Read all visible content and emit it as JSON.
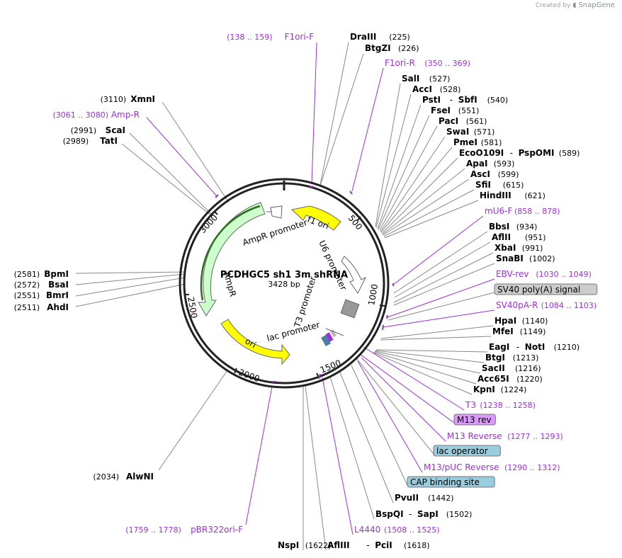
{
  "credit": {
    "prefix": "Created by",
    "brand": "SnapGene"
  },
  "plasmid": {
    "name": "PCDHGC5 sh1 3m shRNA",
    "length": "3428 bp"
  },
  "colors": {
    "backbone": "#222222",
    "enzyme_line": "#888888",
    "primer": "#9b30d9",
    "ori": "#ffff00",
    "ampr": "#ccffcc",
    "promoter": "#ffffff",
    "terminator": "#999999",
    "feature_box_grey": "#cccccc",
    "feature_box_purple": "#dd99ff",
    "feature_box_blue": "#99ccdd"
  },
  "ruler": [
    "500",
    "1000",
    "1500",
    "2000",
    "2500",
    "3000"
  ],
  "features": [
    {
      "label": "f1 ori",
      "type": "ori"
    },
    {
      "label": "U6 promoter",
      "type": "promoter"
    },
    {
      "label": "AmpR promoter",
      "type": "promoter"
    },
    {
      "label": "AmpR",
      "type": "cds"
    },
    {
      "label": "ori",
      "type": "ori"
    },
    {
      "label": "lac promoter",
      "type": "promoter"
    },
    {
      "label": "T3 promoter",
      "type": "promoter"
    }
  ],
  "right_labels": [
    {
      "name": "DraIII",
      "pos": "(225)",
      "kind": "enzyme"
    },
    {
      "name": "BtgZI",
      "pos": "(226)",
      "kind": "enzyme"
    },
    {
      "name": "F1ori-R",
      "pos": "(350 .. 369)",
      "kind": "primer"
    },
    {
      "name": "SalI",
      "pos": "(527)",
      "kind": "enzyme"
    },
    {
      "name": "AccI",
      "pos": "(528)",
      "kind": "enzyme"
    },
    {
      "name": "PstI",
      "name2": "SbfI",
      "pos": "(540)",
      "kind": "enzyme"
    },
    {
      "name": "FseI",
      "pos": "(551)",
      "kind": "enzyme"
    },
    {
      "name": "PacI",
      "pos": "(561)",
      "kind": "enzyme"
    },
    {
      "name": "SwaI",
      "pos": "(571)",
      "kind": "enzyme"
    },
    {
      "name": "PmeI",
      "pos": "(581)",
      "kind": "enzyme"
    },
    {
      "name": "EcoO109I",
      "name2": "PspOMI",
      "pos": "(589)",
      "kind": "enzyme"
    },
    {
      "name": "ApaI",
      "pos": "(593)",
      "kind": "enzyme"
    },
    {
      "name": "AscI",
      "pos": "(599)",
      "kind": "enzyme"
    },
    {
      "name": "SfiI",
      "pos": "(615)",
      "kind": "enzyme"
    },
    {
      "name": "HindIII",
      "pos": "(621)",
      "kind": "enzyme"
    },
    {
      "name": "mU6-F",
      "pos": "(858 .. 878)",
      "kind": "primer"
    },
    {
      "name": "BbsI",
      "pos": "(934)",
      "kind": "enzyme"
    },
    {
      "name": "AflII",
      "pos": "(951)",
      "kind": "enzyme"
    },
    {
      "name": "XbaI",
      "pos": "(991)",
      "kind": "enzyme"
    },
    {
      "name": "SnaBI",
      "pos": "(1002)",
      "kind": "enzyme"
    },
    {
      "name": "EBV-rev",
      "pos": "(1030 .. 1049)",
      "kind": "primer"
    },
    {
      "name": "SV40 poly(A) signal",
      "kind": "box_grey"
    },
    {
      "name": "SV40pA-R",
      "pos": "(1084 .. 1103)",
      "kind": "primer"
    },
    {
      "name": "HpaI",
      "pos": "(1140)",
      "kind": "enzyme"
    },
    {
      "name": "MfeI",
      "pos": "(1149)",
      "kind": "enzyme"
    },
    {
      "name": "EagI",
      "name2": "NotI",
      "pos": "(1210)",
      "kind": "enzyme"
    },
    {
      "name": "BtgI",
      "pos": "(1213)",
      "kind": "enzyme"
    },
    {
      "name": "SacII",
      "pos": "(1216)",
      "kind": "enzyme"
    },
    {
      "name": "Acc65I",
      "pos": "(1220)",
      "kind": "enzyme"
    },
    {
      "name": "KpnI",
      "pos": "(1224)",
      "kind": "enzyme"
    },
    {
      "name": "T3",
      "pos": "(1238 .. 1258)",
      "kind": "primer"
    },
    {
      "name": "M13 rev",
      "kind": "box_purple"
    },
    {
      "name": "M13 Reverse",
      "pos": "(1277 .. 1293)",
      "kind": "primer"
    },
    {
      "name": "lac operator",
      "kind": "box_blue"
    },
    {
      "name": "M13/pUC Reverse",
      "pos": "(1290 .. 1312)",
      "kind": "primer"
    },
    {
      "name": "CAP binding site",
      "kind": "box_blue"
    },
    {
      "name": "PvuII",
      "pos": "(1442)",
      "kind": "enzyme"
    },
    {
      "name": "BspQI",
      "name2": "SapI",
      "pos": "(1502)",
      "kind": "enzyme"
    },
    {
      "name": "L4440",
      "pos": "(1508 .. 1525)",
      "kind": "primer"
    },
    {
      "name": "AflIII",
      "name2": "PciI",
      "pos": "(1618)",
      "kind": "enzyme"
    },
    {
      "name": "NspI",
      "pos": "(1622)",
      "kind": "enzyme"
    }
  ],
  "left_labels": [
    {
      "name": "F1ori-F",
      "pos": "(138 .. 159)",
      "kind": "primer"
    },
    {
      "name": "XmnI",
      "pos": "(3110)",
      "kind": "enzyme"
    },
    {
      "name": "Amp-R",
      "pos": "(3061 .. 3080)",
      "kind": "primer"
    },
    {
      "name": "ScaI",
      "pos": "(2991)",
      "kind": "enzyme"
    },
    {
      "name": "TatI",
      "pos": "(2989)",
      "kind": "enzyme"
    },
    {
      "name": "BpmI",
      "pos": "(2581)",
      "kind": "enzyme"
    },
    {
      "name": "BsaI",
      "pos": "(2572)",
      "kind": "enzyme"
    },
    {
      "name": "BmrI",
      "pos": "(2551)",
      "kind": "enzyme"
    },
    {
      "name": "AhdI",
      "pos": "(2511)",
      "kind": "enzyme"
    },
    {
      "name": "AlwNI",
      "pos": "(2034)",
      "kind": "enzyme"
    },
    {
      "name": "pBR322ori-F",
      "pos": "(1759 .. 1778)",
      "kind": "primer"
    }
  ]
}
